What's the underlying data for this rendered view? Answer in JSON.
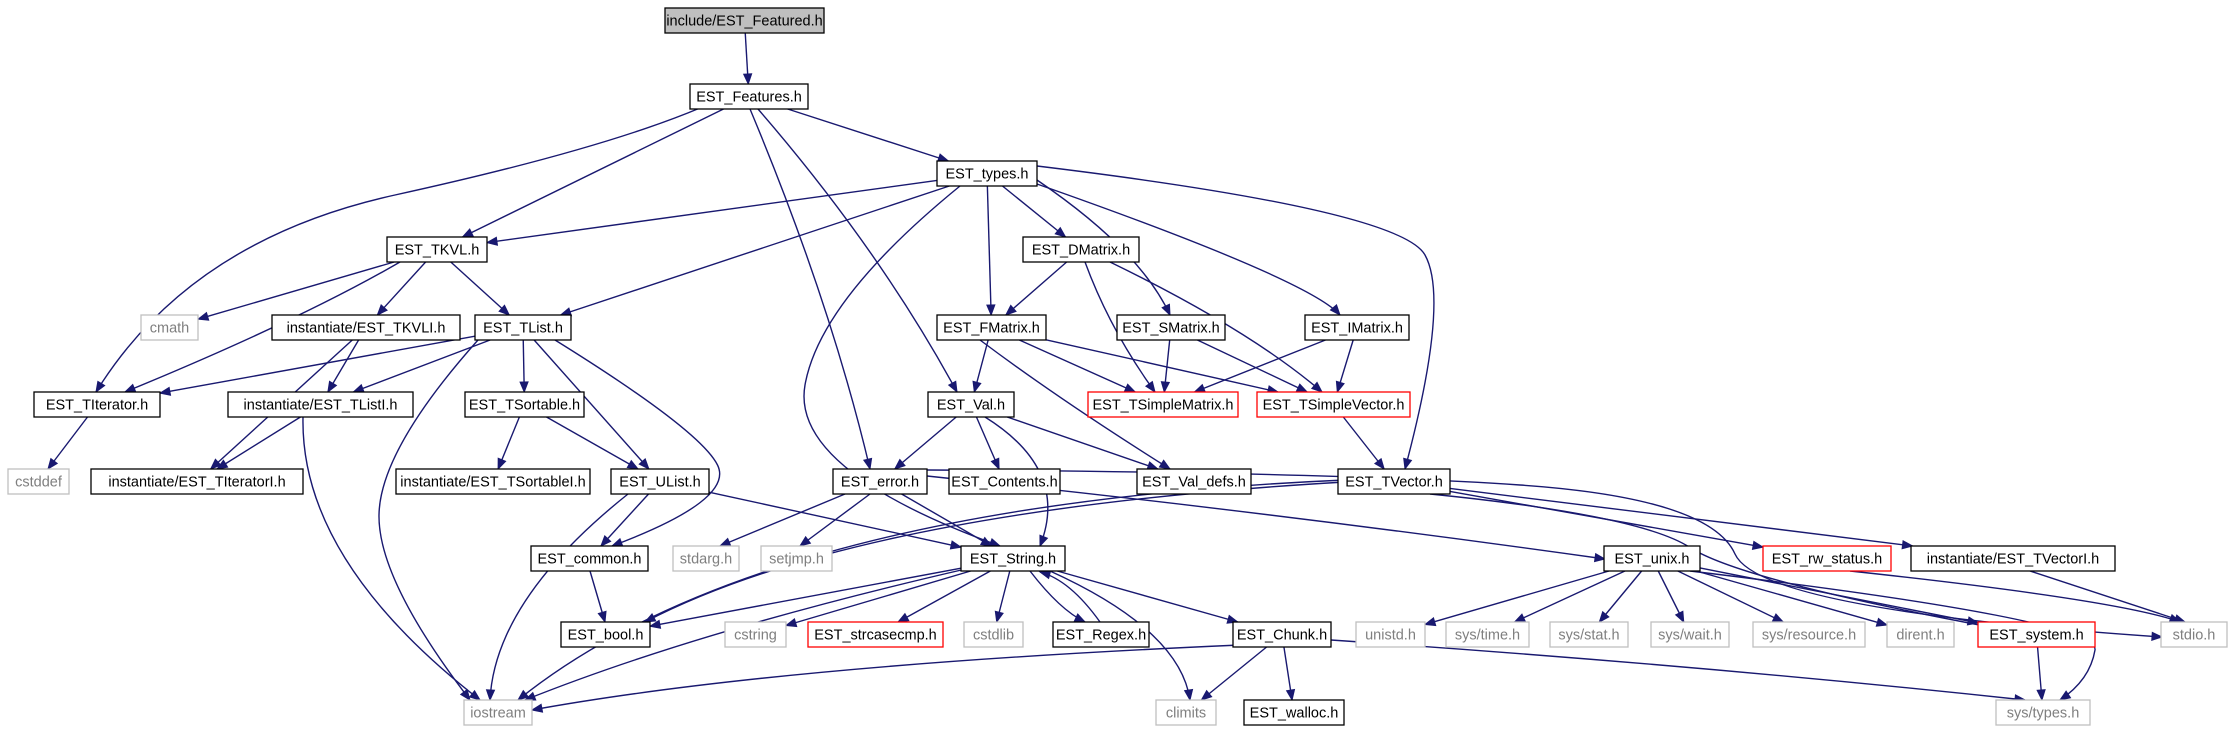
{
  "colors": {
    "edge": "#191970",
    "border_normal": "#000000",
    "border_missing": "#bfbfbf",
    "border_truncated": "#ff0000",
    "root_fill": "#bfbfbf",
    "text_normal": "#000000",
    "text_missing": "#7f7f7f"
  },
  "nodes": [
    {
      "id": "featured",
      "label": "include/EST_Featured.h",
      "kind": "root"
    },
    {
      "id": "features",
      "label": "EST_Features.h",
      "kind": "normal"
    },
    {
      "id": "types",
      "label": "EST_types.h",
      "kind": "normal"
    },
    {
      "id": "tkvl",
      "label": "EST_TKVL.h",
      "kind": "normal"
    },
    {
      "id": "dmatrix",
      "label": "EST_DMatrix.h",
      "kind": "normal"
    },
    {
      "id": "cmath",
      "label": "cmath",
      "kind": "missing"
    },
    {
      "id": "inst_tkvli",
      "label": "instantiate/EST_TKVLI.h",
      "kind": "normal"
    },
    {
      "id": "tlist",
      "label": "EST_TList.h",
      "kind": "normal"
    },
    {
      "id": "fmatrix",
      "label": "EST_FMatrix.h",
      "kind": "normal"
    },
    {
      "id": "smatrix",
      "label": "EST_SMatrix.h",
      "kind": "normal"
    },
    {
      "id": "imatrix",
      "label": "EST_IMatrix.h",
      "kind": "normal"
    },
    {
      "id": "titerator",
      "label": "EST_TIterator.h",
      "kind": "normal"
    },
    {
      "id": "inst_tlisti",
      "label": "instantiate/EST_TListI.h",
      "kind": "normal"
    },
    {
      "id": "tsortable",
      "label": "EST_TSortable.h",
      "kind": "normal"
    },
    {
      "id": "val",
      "label": "EST_Val.h",
      "kind": "normal"
    },
    {
      "id": "tsimplematrix",
      "label": "EST_TSimpleMatrix.h",
      "kind": "truncated"
    },
    {
      "id": "tsimplevector",
      "label": "EST_TSimpleVector.h",
      "kind": "truncated"
    },
    {
      "id": "cstddef",
      "label": "cstddef",
      "kind": "missing"
    },
    {
      "id": "inst_titeratori",
      "label": "instantiate/EST_TIteratorI.h",
      "kind": "normal"
    },
    {
      "id": "inst_tsortablei",
      "label": "instantiate/EST_TSortableI.h",
      "kind": "normal"
    },
    {
      "id": "ulist",
      "label": "EST_UList.h",
      "kind": "normal"
    },
    {
      "id": "error",
      "label": "EST_error.h",
      "kind": "normal"
    },
    {
      "id": "contents",
      "label": "EST_Contents.h",
      "kind": "normal"
    },
    {
      "id": "val_defs",
      "label": "EST_Val_defs.h",
      "kind": "normal"
    },
    {
      "id": "tvector",
      "label": "EST_TVector.h",
      "kind": "normal"
    },
    {
      "id": "common",
      "label": "EST_common.h",
      "kind": "normal"
    },
    {
      "id": "stdarg",
      "label": "stdarg.h",
      "kind": "missing"
    },
    {
      "id": "setjmp",
      "label": "setjmp.h",
      "kind": "missing"
    },
    {
      "id": "string",
      "label": "EST_String.h",
      "kind": "normal"
    },
    {
      "id": "unix",
      "label": "EST_unix.h",
      "kind": "normal"
    },
    {
      "id": "rw_status",
      "label": "EST_rw_status.h",
      "kind": "truncated"
    },
    {
      "id": "inst_tvectori",
      "label": "instantiate/EST_TVectorI.h",
      "kind": "normal"
    },
    {
      "id": "bool",
      "label": "EST_bool.h",
      "kind": "normal"
    },
    {
      "id": "cstring",
      "label": "cstring",
      "kind": "missing"
    },
    {
      "id": "strcasecmp",
      "label": "EST_strcasecmp.h",
      "kind": "truncated"
    },
    {
      "id": "cstdlib",
      "label": "cstdlib",
      "kind": "missing"
    },
    {
      "id": "regex",
      "label": "EST_Regex.h",
      "kind": "normal"
    },
    {
      "id": "chunk",
      "label": "EST_Chunk.h",
      "kind": "normal"
    },
    {
      "id": "unistd",
      "label": "unistd.h",
      "kind": "missing"
    },
    {
      "id": "sys_time",
      "label": "sys/time.h",
      "kind": "missing"
    },
    {
      "id": "sys_stat",
      "label": "sys/stat.h",
      "kind": "missing"
    },
    {
      "id": "sys_wait",
      "label": "sys/wait.h",
      "kind": "missing"
    },
    {
      "id": "sys_resource",
      "label": "sys/resource.h",
      "kind": "missing"
    },
    {
      "id": "dirent",
      "label": "dirent.h",
      "kind": "missing"
    },
    {
      "id": "system",
      "label": "EST_system.h",
      "kind": "truncated"
    },
    {
      "id": "stdio",
      "label": "stdio.h",
      "kind": "missing"
    },
    {
      "id": "iostream",
      "label": "iostream",
      "kind": "missing"
    },
    {
      "id": "climits",
      "label": "climits",
      "kind": "missing"
    },
    {
      "id": "walloc",
      "label": "EST_walloc.h",
      "kind": "normal"
    },
    {
      "id": "sys_types",
      "label": "sys/types.h",
      "kind": "missing"
    }
  ],
  "edges": [
    [
      "featured",
      "features"
    ],
    [
      "features",
      "types"
    ],
    [
      "features",
      "tkvl"
    ],
    [
      "features",
      "titerator"
    ],
    [
      "features",
      "val"
    ],
    [
      "features",
      "error"
    ],
    [
      "types",
      "tkvl"
    ],
    [
      "types",
      "tlist"
    ],
    [
      "types",
      "dmatrix"
    ],
    [
      "types",
      "fmatrix"
    ],
    [
      "types",
      "smatrix"
    ],
    [
      "types",
      "imatrix"
    ],
    [
      "types",
      "tvector"
    ],
    [
      "types",
      "string"
    ],
    [
      "tkvl",
      "cmath"
    ],
    [
      "tkvl",
      "inst_tkvli"
    ],
    [
      "tkvl",
      "tlist"
    ],
    [
      "tkvl",
      "titerator"
    ],
    [
      "inst_tkvli",
      "inst_tlisti"
    ],
    [
      "inst_tkvli",
      "inst_titeratori"
    ],
    [
      "tlist",
      "titerator"
    ],
    [
      "tlist",
      "inst_tlisti"
    ],
    [
      "tlist",
      "tsortable"
    ],
    [
      "tlist",
      "ulist"
    ],
    [
      "tlist",
      "common"
    ],
    [
      "tlist",
      "iostream"
    ],
    [
      "titerator",
      "cstddef"
    ],
    [
      "inst_tlisti",
      "inst_titeratori"
    ],
    [
      "inst_tlisti",
      "iostream"
    ],
    [
      "tsortable",
      "inst_tsortablei"
    ],
    [
      "tsortable",
      "ulist"
    ],
    [
      "ulist",
      "common"
    ],
    [
      "ulist",
      "string"
    ],
    [
      "ulist",
      "iostream"
    ],
    [
      "common",
      "bool"
    ],
    [
      "dmatrix",
      "fmatrix"
    ],
    [
      "dmatrix",
      "tsimplematrix"
    ],
    [
      "dmatrix",
      "tsimplevector"
    ],
    [
      "fmatrix",
      "val"
    ],
    [
      "fmatrix",
      "tsimplematrix"
    ],
    [
      "fmatrix",
      "tsimplevector"
    ],
    [
      "fmatrix",
      "val_defs"
    ],
    [
      "smatrix",
      "tsimplematrix"
    ],
    [
      "smatrix",
      "tsimplevector"
    ],
    [
      "imatrix",
      "tsimplematrix"
    ],
    [
      "imatrix",
      "tsimplevector"
    ],
    [
      "tsimplevector",
      "tvector"
    ],
    [
      "val",
      "error"
    ],
    [
      "val",
      "contents"
    ],
    [
      "val",
      "val_defs"
    ],
    [
      "val",
      "string"
    ],
    [
      "error",
      "stdarg"
    ],
    [
      "error",
      "setjmp"
    ],
    [
      "error",
      "string"
    ],
    [
      "error",
      "unix"
    ],
    [
      "error",
      "stdio"
    ],
    [
      "tvector",
      "rw_status"
    ],
    [
      "tvector",
      "inst_tvectori"
    ],
    [
      "tvector",
      "bool"
    ],
    [
      "tvector",
      "iostream"
    ],
    [
      "tvector",
      "system"
    ],
    [
      "string",
      "bool"
    ],
    [
      "string",
      "cstring"
    ],
    [
      "string",
      "strcasecmp"
    ],
    [
      "string",
      "cstdlib"
    ],
    [
      "string",
      "regex"
    ],
    [
      "string",
      "chunk"
    ],
    [
      "string",
      "iostream"
    ],
    [
      "string",
      "climits"
    ],
    [
      "regex",
      "string"
    ],
    [
      "chunk",
      "iostream"
    ],
    [
      "chunk",
      "climits"
    ],
    [
      "chunk",
      "walloc"
    ],
    [
      "chunk",
      "sys_types"
    ],
    [
      "unix",
      "unistd"
    ],
    [
      "unix",
      "sys_time"
    ],
    [
      "unix",
      "sys_stat"
    ],
    [
      "unix",
      "sys_wait"
    ],
    [
      "unix",
      "sys_resource"
    ],
    [
      "unix",
      "dirent"
    ],
    [
      "unix",
      "system"
    ],
    [
      "unix",
      "sys_types"
    ],
    [
      "system",
      "sys_types"
    ],
    [
      "rw_status",
      "stdio"
    ],
    [
      "inst_tvectori",
      "stdio"
    ]
  ]
}
